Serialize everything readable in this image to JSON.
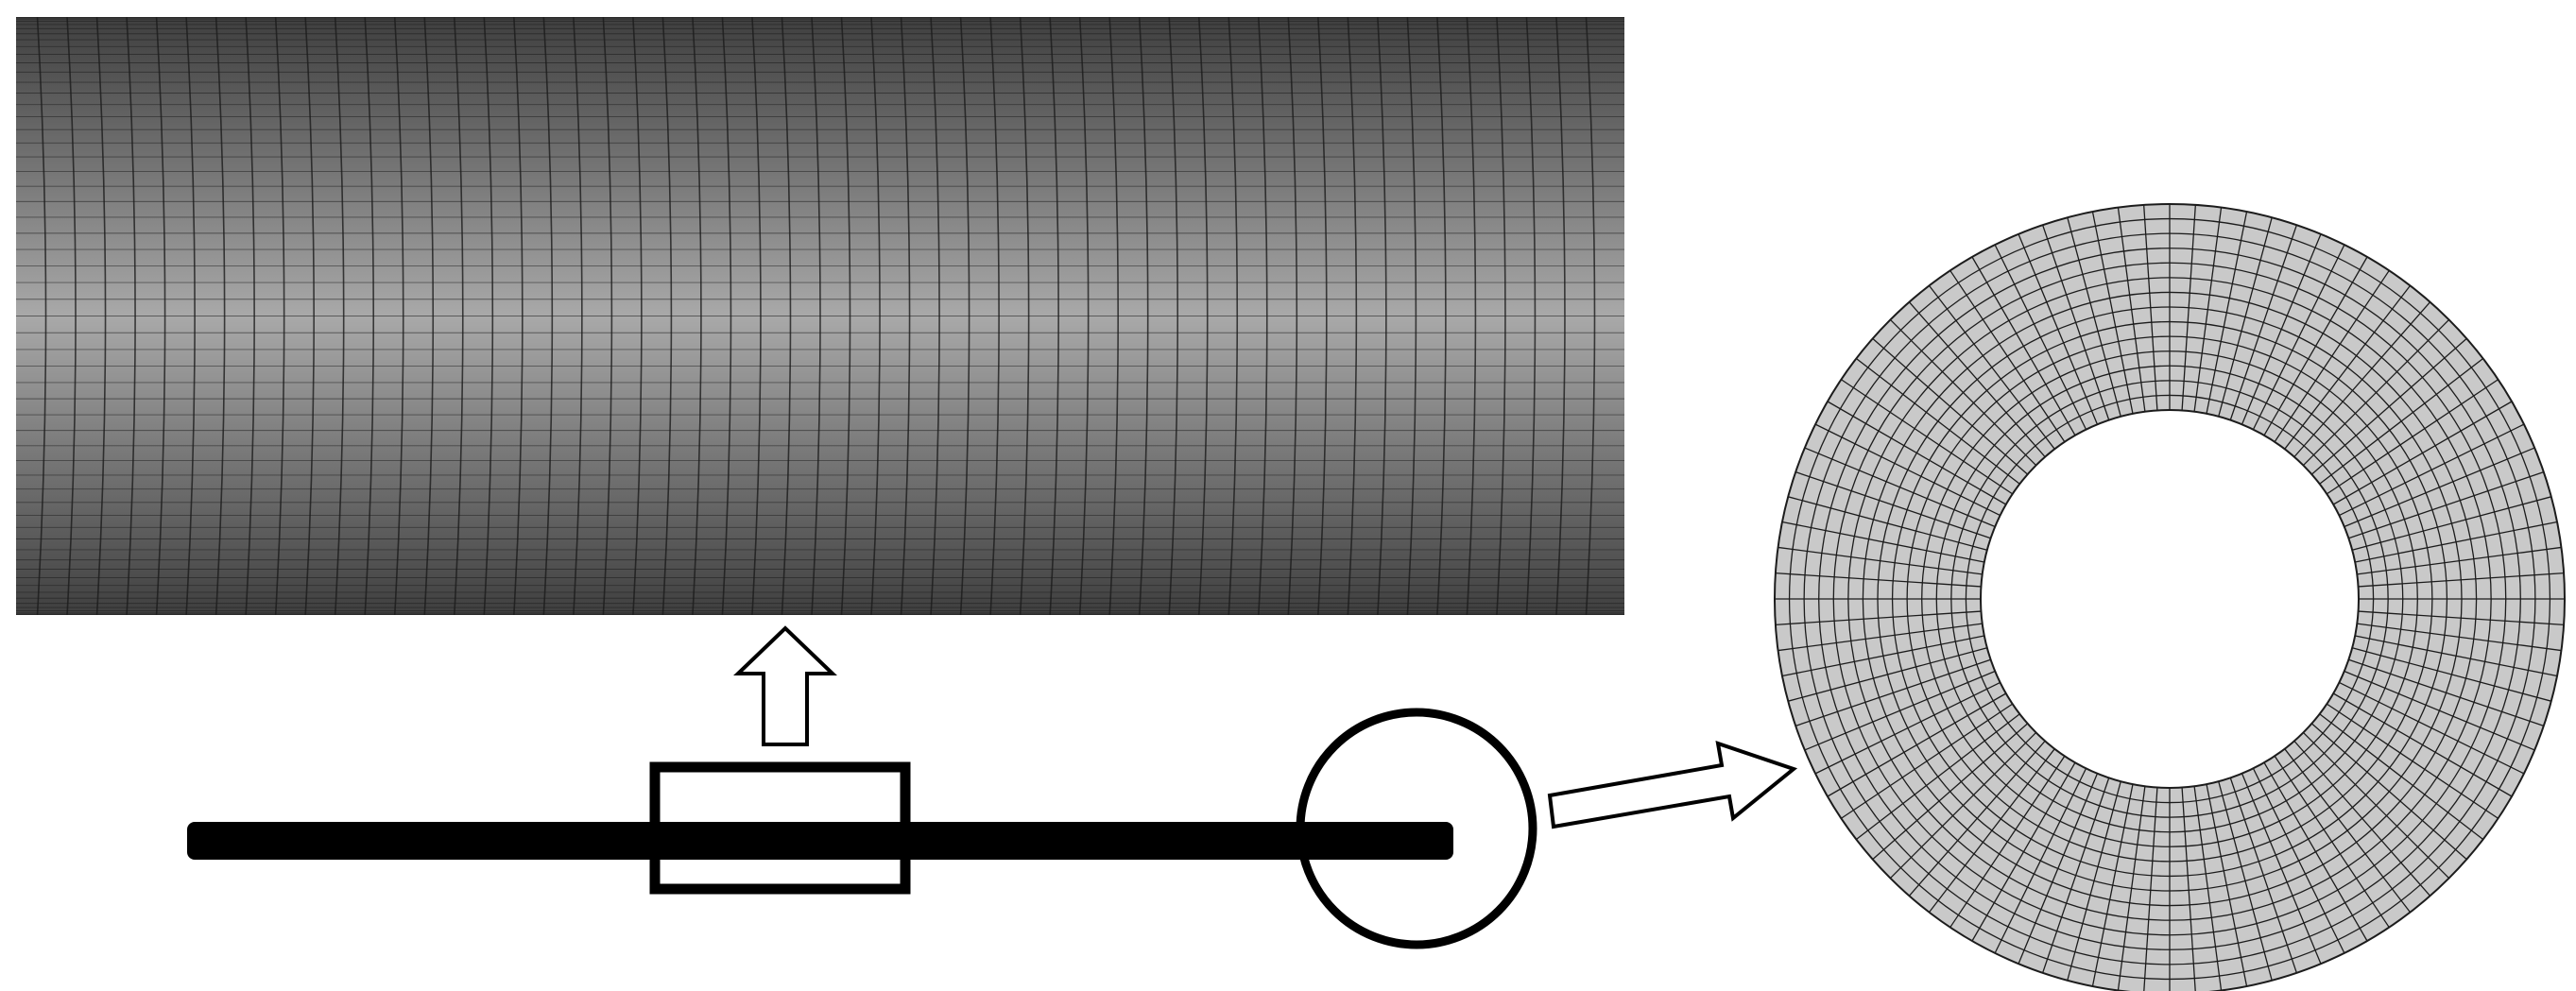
{
  "figure": {
    "panels": [
      {
        "id": "cylinder-mesh-view",
        "shape": "cylinder",
        "mesh": "structured-quad"
      },
      {
        "id": "rod-overview",
        "shape": "rod"
      },
      {
        "id": "annulus-mesh-view",
        "shape": "annulus",
        "mesh": "structured-quad"
      }
    ],
    "indicators": [
      {
        "id": "rectangle-marker",
        "points_to": "cylinder-mesh-view"
      },
      {
        "id": "circle-marker",
        "points_to": "annulus-mesh-view"
      }
    ],
    "arrows": [
      "up-arrow",
      "diagonal-arrow"
    ],
    "colors": {
      "cylinder_edge": "#3f3f3f",
      "cylinder_center": "#a9a9a9",
      "mesh_line": "#1c1c1c",
      "annulus_fill": "#c9c9c9",
      "rod": "#000000",
      "background": "#ffffff"
    }
  }
}
